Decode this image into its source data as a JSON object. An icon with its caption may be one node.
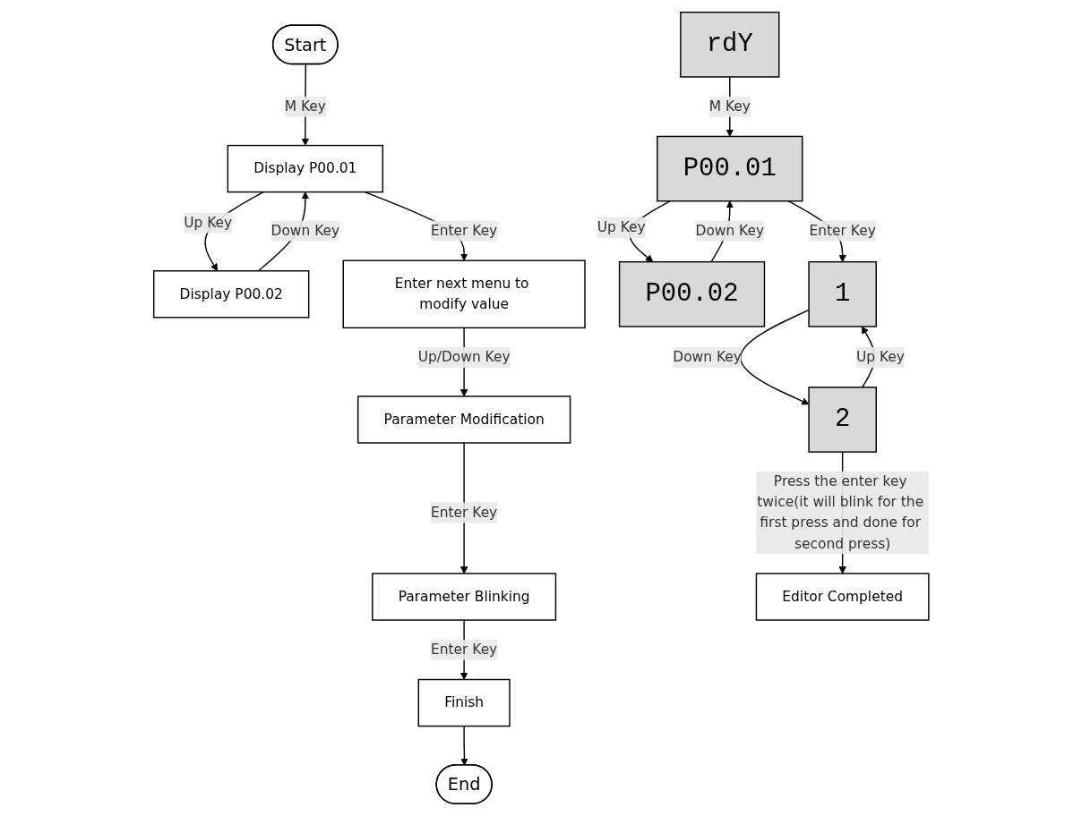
{
  "diagram": {
    "nodes": [
      {
        "text": [
          "Start"
        ]
      },
      {
        "text": [
          "Display P00.01"
        ]
      },
      {
        "text": [
          "Display P00.02"
        ]
      },
      {
        "text": [
          "Enter next menu to modify value"
        ]
      },
      {
        "text": [
          "Parameter Modification"
        ]
      },
      {
        "text": [
          "Parameter Blinking"
        ]
      },
      {
        "text": [
          "Finish"
        ]
      },
      {
        "text": [
          "End"
        ]
      },
      {
        "text": [
          "rdY"
        ]
      },
      {
        "text": [
          "P00.01"
        ]
      },
      {
        "text": [
          "P00.02"
        ]
      },
      {
        "text": [
          "1"
        ]
      },
      {
        "text": [
          "2"
        ]
      },
      {
        "text": [
          "Editor Completed"
        ]
      }
    ],
    "edges": [
      {
        "from": 0,
        "to": 1,
        "arrow": "to",
        "label": "M Key"
      },
      {
        "from": 1,
        "to": 2,
        "arrow": "to",
        "label": "Up Key"
      },
      {
        "from": 2,
        "to": 1,
        "arrow": "to",
        "label": "Down Key"
      },
      {
        "from": 1,
        "to": 3,
        "arrow": "to",
        "label": "Enter Key"
      },
      {
        "from": 3,
        "to": 4,
        "arrow": "to",
        "label": "Up/Down Key"
      },
      {
        "from": 4,
        "to": 5,
        "arrow": "to",
        "label": "Enter Key"
      },
      {
        "from": 5,
        "to": 6,
        "arrow": "to",
        "label": "Enter Key"
      },
      {
        "from": 6,
        "to": 7,
        "arrow": "to"
      },
      {
        "from": 8,
        "to": 9,
        "arrow": "to",
        "label": "M Key"
      },
      {
        "from": 9,
        "to": 10,
        "arrow": "to",
        "label": "Up Key"
      },
      {
        "from": 10,
        "to": 9,
        "arrow": "to",
        "label": "Down Key"
      },
      {
        "from": 9,
        "to": 11,
        "arrow": "to",
        "label": "Enter Key"
      },
      {
        "from": 11,
        "to": 12,
        "arrow": "to",
        "label": "Down Key"
      },
      {
        "from": 12,
        "to": 11,
        "arrow": "to",
        "label": "Up Key"
      },
      {
        "from": 12,
        "to": 13,
        "arrow": "to",
        "label": "Press the enter key twice(it will blink for the first press and done for second press)"
      }
    ]
  }
}
